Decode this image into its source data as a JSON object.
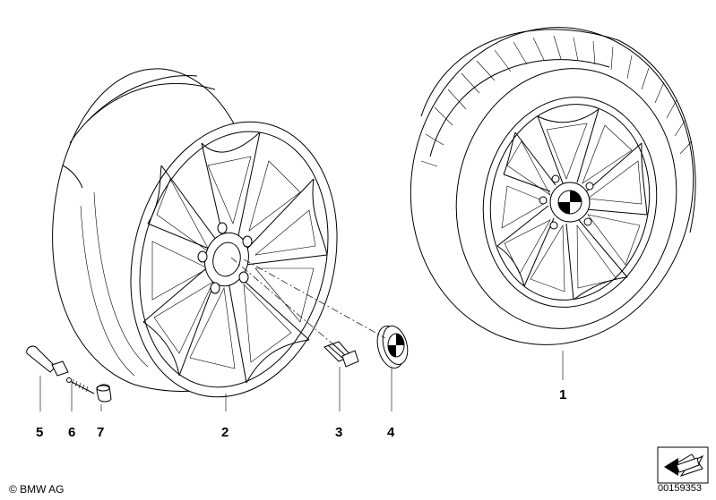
{
  "diagram": {
    "callouts": [
      {
        "id": "1",
        "label": "1"
      },
      {
        "id": "2",
        "label": "2"
      },
      {
        "id": "3",
        "label": "3"
      },
      {
        "id": "4",
        "label": "4"
      },
      {
        "id": "5",
        "label": "5"
      },
      {
        "id": "6",
        "label": "6"
      },
      {
        "id": "7",
        "label": "7"
      }
    ],
    "copyright": "© BMW AG",
    "document_number": "00159353"
  }
}
